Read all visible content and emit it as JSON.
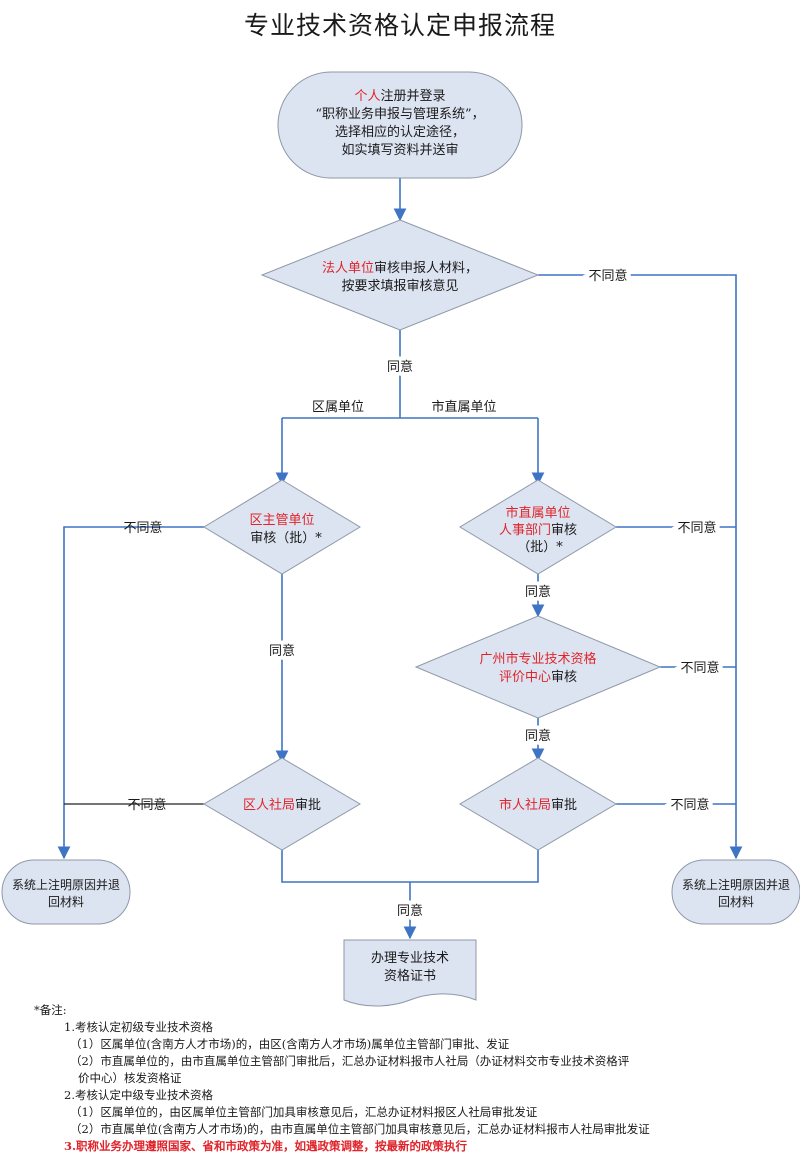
{
  "title": "专业技术资格认定申报流程",
  "nodes": {
    "start": {
      "red": "个人",
      "line1": "注册并登录",
      "line2": "“职称业务申报与管理系统”，",
      "line3": "选择相应的认定途径，",
      "line4": "如实填写资料并送审"
    },
    "legal": {
      "red": "法人单位",
      "line1": "审核申报人材料，",
      "line2": "按要求填报审核意见"
    },
    "district_unit": {
      "red": "区主管单位",
      "line2": "审核（批）*"
    },
    "city_unit": {
      "red1": "市直属单位",
      "red2": "人事部门",
      "line2_black": "审核",
      "line3": "（批）*"
    },
    "center": {
      "red1": "广州市专业技术资格",
      "red2": "评价中心",
      "line2_black": "审核"
    },
    "district_bureau": {
      "red": "区人社局",
      "black": "审批"
    },
    "city_bureau": {
      "red": "市人社局",
      "black": "审批"
    },
    "return_left": {
      "line1": "系统上注明原因并退",
      "line2": "回材料"
    },
    "return_right": {
      "line1": "系统上注明原因并退",
      "line2": "回材料"
    },
    "certificate": {
      "line1": "办理专业技术",
      "line2": "资格证书"
    }
  },
  "labels": {
    "agree": "同意",
    "disagree": "不同意",
    "district": "区属单位",
    "city": "市直属单位"
  },
  "notes": {
    "head": "*备注:",
    "n1": "1.考核认定初级专业技术资格",
    "n1a": "（1）区属单位(含南方人才市场)的，由区(含南方人才市场)属单位主管部门审批、发证",
    "n1b": "（2）市直属单位的，由市直属单位主管部门审批后，汇总办证材料报市人社局（办证材料交市专业技术资格评",
    "n1b2": "价中心）核发资格证",
    "n2": "2.考核认定中级专业技术资格",
    "n2a": "（1）区属单位的，由区属单位主管部门加具审核意见后，汇总办证材料报区人社局审批发证",
    "n2b": "（2）市直属单位(含南方人才市场)的，由市直属单位主管部门加具审核意见后，汇总办证材料报市人社局审批发证",
    "n3": "3.职称业务办理遵照国家、省和市政策为准，如遇政策调整，按最新的政策执行"
  },
  "colors": {
    "line": "#3f74c4",
    "fill": "#dde4f1",
    "stroke": "#8e98a8",
    "red": "#e0242b"
  }
}
